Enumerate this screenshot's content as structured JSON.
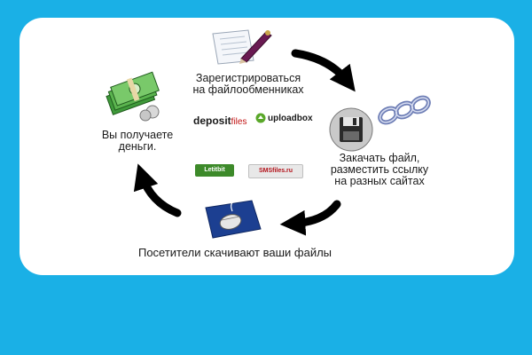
{
  "steps": {
    "register": "Зарегистрироваться\nна файлообменниках",
    "upload": "Закачать файл,\nразместить ссылку\nна разных сайтах",
    "visitors": "Посетители скачивают ваши файлы",
    "money": "Вы получаете\nденьги."
  },
  "logos": {
    "depositfiles_a": "deposit",
    "depositfiles_b": "files",
    "uploadbox": "uploadbox",
    "letitbit": "Letitbit",
    "smsfiles": "SMSfiles.ru"
  },
  "icons": {
    "register": "pen-and-paper-icon",
    "upload": "floppy-disk-icon",
    "link": "chain-link-icon",
    "visitors": "mouse-pad-icon",
    "money": "money-stack-icon"
  },
  "colors": {
    "background": "#1ab0e6",
    "card": "#ffffff",
    "arrow": "#000000"
  }
}
